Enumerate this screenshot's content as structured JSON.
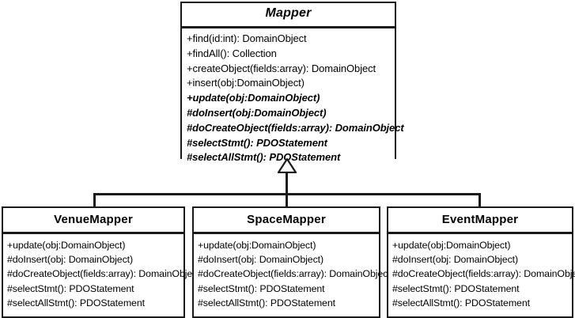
{
  "diagram": {
    "type": "uml-class-diagram",
    "relationship": "generalization",
    "classes": [
      {
        "id": "mapper",
        "name": "Mapper",
        "abstract": true,
        "operations": [
          {
            "text": "+find(id:int): DomainObject",
            "abstract": false
          },
          {
            "text": "+findAll(): Collection",
            "abstract": false
          },
          {
            "text": "+createObject(fields:array): DomainObject",
            "abstract": false
          },
          {
            "text": "+insert(obj:DomainObject)",
            "abstract": false
          },
          {
            "text": "+update(obj:DomainObject)",
            "abstract": true
          },
          {
            "text": "#doInsert(obj:DomainObject)",
            "abstract": true
          },
          {
            "text": "#doCreateObject(fields:array): DomainObject",
            "abstract": true
          },
          {
            "text": "#selectStmt(): PDOStatement",
            "abstract": true
          },
          {
            "text": "#selectAllStmt(): PDOStatement",
            "abstract": true
          }
        ]
      },
      {
        "id": "venuemapper",
        "name": "VenueMapper",
        "abstract": false,
        "operations": [
          {
            "text": "+update(obj:DomainObject)",
            "abstract": false
          },
          {
            "text": "#doInsert(obj: DomainObject)",
            "abstract": false
          },
          {
            "text": "#doCreateObject(fields:array): DomainObject",
            "abstract": false
          },
          {
            "text": "#selectStmt(): PDOStatement",
            "abstract": false
          },
          {
            "text": "#selectAllStmt(): PDOStatement",
            "abstract": false
          }
        ]
      },
      {
        "id": "spacemapper",
        "name": "SpaceMapper",
        "abstract": false,
        "operations": [
          {
            "text": "+update(obj:DomainObject)",
            "abstract": false
          },
          {
            "text": "#doInsert(obj: DomainObject)",
            "abstract": false
          },
          {
            "text": "#doCreateObject(fields:array): DomainObject",
            "abstract": false
          },
          {
            "text": "#selectStmt(): PDOStatement",
            "abstract": false
          },
          {
            "text": "#selectAllStmt(): PDOStatement",
            "abstract": false
          }
        ]
      },
      {
        "id": "eventmapper",
        "name": "EventMapper",
        "abstract": false,
        "operations": [
          {
            "text": "+update(obj:DomainObject)",
            "abstract": false
          },
          {
            "text": "#doInsert(obj: DomainObject)",
            "abstract": false
          },
          {
            "text": "#doCreateObject(fields:array): DomainObject",
            "abstract": false
          },
          {
            "text": "#selectStmt(): PDOStatement",
            "abstract": false
          },
          {
            "text": "#selectAllStmt(): PDOStatement",
            "abstract": false
          }
        ]
      }
    ],
    "colors": {
      "stroke": "#1a1a1a",
      "fill": "#ffffff",
      "text": "#000000"
    }
  }
}
